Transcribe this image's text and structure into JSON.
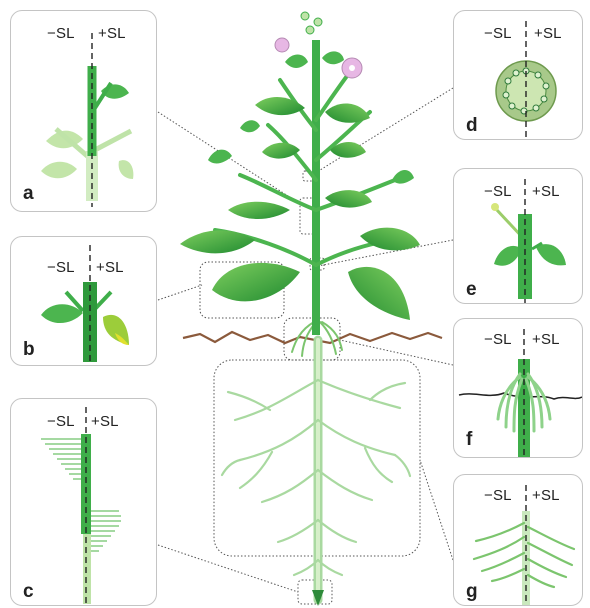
{
  "labels": {
    "minus_sl": "−SL",
    "plus_sl": "+SL"
  },
  "panels": {
    "a": {
      "letter": "a"
    },
    "b": {
      "letter": "b"
    },
    "c": {
      "letter": "c"
    },
    "d": {
      "letter": "d"
    },
    "e": {
      "letter": "e"
    },
    "f": {
      "letter": "f"
    },
    "g": {
      "letter": "g"
    }
  },
  "colors": {
    "plant_green": "#3fae4a",
    "dark_green": "#1f7a2e",
    "light_green": "#bfe3a8",
    "root_green": "#a9d9a0",
    "soil_brown": "#8b5a3c",
    "flower_pink": "#e7b7e4",
    "panel_border": "#c4c4c4"
  }
}
